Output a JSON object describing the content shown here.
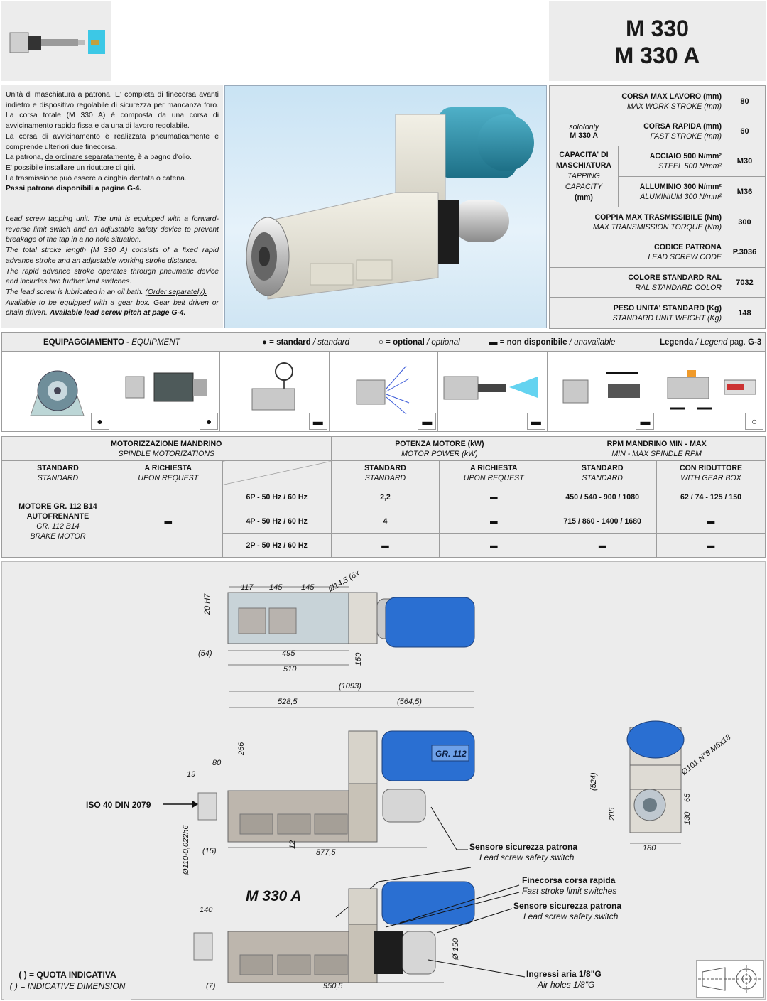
{
  "header": {
    "title_line1": "M 330",
    "title_line2": "M 330 A"
  },
  "description": {
    "it_paragraphs": [
      "Unità di maschiatura a patrona. E' completa di finecorsa avanti indietro e dispositivo regolabile di sicurezza per mancanza foro. La corsa totale (M 330 A) è composta da una corsa di avvicinamento rapido fissa e da una di lavoro regolabile.",
      "La corsa di avvicinamento è realizzata pneumaticamente e comprende ulteriori due finecorsa.",
      "E' possibile installare un riduttore di giri.",
      "La trasmissione può essere a cinghia dentata o catena."
    ],
    "it_patrona_pre": "La patrona, ",
    "it_patrona_u": "da ordinare separatamente",
    "it_patrona_post": ", è a bagno d'olio.",
    "it_bold": "Passi patrona disponibili a pagina G-4.",
    "en_p1": "Lead screw tapping unit. The unit is equipped with a forward-reverse limit switch and an adjustable safety device to prevent breakage of the tap in a no hole situation.",
    "en_p2": "The total stroke length (M 330 A) consists of a fixed rapid advance stroke and an adjustable working stroke distance.",
    "en_p3": "The rapid advance stroke operates through pneumatic device and includes two further limit switches.",
    "en_p4_pre": "The lead screw is lubricated in an oil bath. ",
    "en_p4_u": "(Order separately).",
    "en_p5": "Available to be equipped with a gear box. Gear belt driven or chain driven. ",
    "en_p5_bold": "Available lead screw pitch at page G-4."
  },
  "specs": {
    "max_stroke": {
      "it": "CORSA MAX LAVORO (mm)",
      "en": "MAX WORK STROKE (mm)",
      "value": "80"
    },
    "rapid": {
      "solo": "solo/only",
      "model": "M 330 A",
      "it": "CORSA RAPIDA (mm)",
      "en": "FAST STROKE (mm)",
      "value": "60"
    },
    "tapping": {
      "it_label": "CAPACITA' DI MASCHIATURA",
      "en_label": "TAPPING CAPACITY",
      "unit": "(mm)",
      "steel_it": "ACCIAIO 500 N/mm²",
      "steel_en": "STEEL 500 N/mm²",
      "steel_value": "M30",
      "alu_it": "ALLUMINIO 300 N/mm²",
      "alu_en": "ALUMINIUM 300 N/mm²",
      "alu_value": "M36"
    },
    "torque": {
      "it": "COPPIA MAX TRASMISSIBILE (Nm)",
      "en": "MAX TRANSMISSION TORQUE (Nm)",
      "value": "300"
    },
    "code": {
      "it": "CODICE PATRONA",
      "en": "LEAD SCREW CODE",
      "value": "P.3036"
    },
    "color": {
      "it": "COLORE STANDARD RAL",
      "en": "RAL STANDARD COLOR",
      "value": "7032"
    },
    "weight": {
      "it": "PESO UNITA' STANDARD (Kg)",
      "en": "STANDARD UNIT WEIGHT (Kg)",
      "value": "148"
    }
  },
  "equipment": {
    "title_it": "EQUIPAGGIAMENTO -",
    "title_en": "EQUIPMENT",
    "std_it": "= standard",
    "std_en": "/ standard",
    "opt_it": "= optional",
    "opt_en": "/ optional",
    "na_it": "= non disponibile",
    "na_en": "/ unavailable",
    "legend_it": "Legenda",
    "legend_en": "/ Legend",
    "legend_page": "pag.",
    "legend_ref": "G-3",
    "sym_standard": "●",
    "sym_optional": "○",
    "sym_unavailable": "▬",
    "items": [
      "●",
      "●",
      "▬",
      "▬",
      "▬",
      "▬",
      "○"
    ]
  },
  "motor_table": {
    "mot_it": "MOTORIZZAZIONE MANDRINO",
    "mot_en": "SPINDLE MOTORIZATIONS",
    "pow_it": "POTENZA MOTORE (kW)",
    "pow_en": "MOTOR POWER (kW)",
    "rpm_it": "RPM MANDRINO MIN - MAX",
    "rpm_en": "MIN - MAX SPINDLE RPM",
    "std_it": "STANDARD",
    "std_en": "STANDARD",
    "req_it": "A RICHIESTA",
    "req_en": "UPON REQUEST",
    "gear_it": "CON RIDUTTORE",
    "gear_en": "WITH GEAR BOX",
    "motor_it_1": "MOTORE  GR. 112  B14",
    "motor_it_2": "AUTOFRENANTE",
    "motor_en_1": "GR. 112  B14",
    "motor_en_2": "BRAKE MOTOR",
    "request_dash": "▬",
    "rows": [
      {
        "poles": "6P - 50 Hz / 60 Hz",
        "pow_std": "2,2",
        "pow_req": "▬",
        "rpm_std": "450 / 540 - 900 / 1080",
        "rpm_gear": "62 / 74 - 125 / 150"
      },
      {
        "poles": "4P - 50 Hz / 60 Hz",
        "pow_std": "4",
        "pow_req": "▬",
        "rpm_std": "715 / 860 - 1400 / 1680",
        "rpm_gear": "▬"
      },
      {
        "poles": "2P - 50 Hz / 60 Hz",
        "pow_std": "▬",
        "pow_req": "▬",
        "rpm_std": "▬",
        "rpm_gear": "▬"
      }
    ]
  },
  "drawing": {
    "top_dims": {
      "d117": "117",
      "d145a": "145",
      "d145b": "145",
      "holes": "Ø14,5 (6x",
      "h7": "20 H7",
      "d54": "(54)",
      "d495": "495",
      "d510": "510",
      "d150": "150"
    },
    "side_dims": {
      "total": "(1093)",
      "d528": "528,5",
      "d564": "(564,5)",
      "d266": "266",
      "d80": "80",
      "d19": "19",
      "d15": "(15)",
      "d877": "877,5",
      "d12": "12",
      "shaft": "Ø110-0,022h6",
      "gr": "GR. 112"
    },
    "iso": "ISO 40 DIN 2079",
    "sensor1_it": "Sensore sicurezza patrona",
    "sensor1_en": "Lead screw safety switch",
    "end_dims": {
      "d524": "(524)",
      "d101": "Ø101 N°8 M6x18",
      "d205": "205",
      "d130": "130",
      "d65": "65",
      "d180": "180"
    },
    "model_a": "M 330 A",
    "a_dims": {
      "d140": "140",
      "d7": "(7)",
      "d950": "950,5",
      "d150": "Ø 150"
    },
    "limit_it": "Finecorsa corsa rapida",
    "limit_en": "Fast stroke limit switches",
    "sensor2_it": "Sensore sicurezza patrona",
    "sensor2_en": "Lead screw safety switch",
    "air_it": "Ingressi aria 1/8\"G",
    "air_en": "Air holes 1/8\"G",
    "legend_it": "( ) = QUOTA INDICATIVA",
    "legend_en": "( ) = INDICATIVE DIMENSION"
  }
}
